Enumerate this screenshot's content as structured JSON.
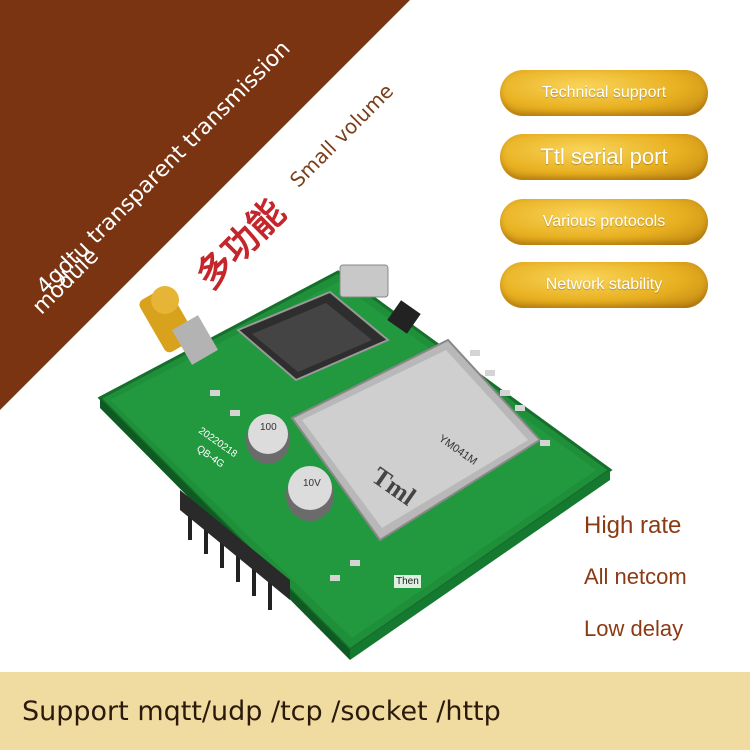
{
  "banner": {
    "line1": "4gdtu transparent transmission",
    "line2": "module",
    "chinese": "多功能",
    "small": "Small volume"
  },
  "badges": [
    {
      "label": "Technical support"
    },
    {
      "label": "Ttl serial port"
    },
    {
      "label": "Various protocols"
    },
    {
      "label": "Network stability"
    }
  ],
  "features": [
    {
      "label": "High rate"
    },
    {
      "label": "All netcom"
    },
    {
      "label": "Low delay"
    }
  ],
  "board": {
    "module_label": "YM041M",
    "module_logo": "Tml",
    "cap_label": "100",
    "cap_label_2": "10V",
    "date_label": "20220218",
    "model_label": "QB-4G",
    "sticker": "Then"
  },
  "footer": {
    "text": "Support mqtt/udp /tcp /socket /http"
  },
  "colors": {
    "banner": "#7b3411",
    "pill": "#e8b020",
    "feature_text": "#8b3a14",
    "footer_bg": "#f0dca0",
    "pcb_green": "#1f8f3a"
  }
}
